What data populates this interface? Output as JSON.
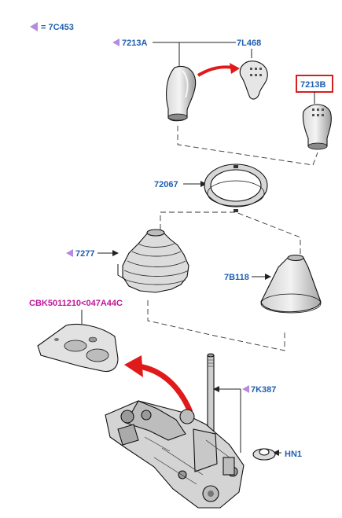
{
  "legend": {
    "symbol": "triangle-marker",
    "text": "= 7C453"
  },
  "labels": {
    "knob_a": "7213A",
    "knob_insert": "7L468",
    "knob_b": "7213B",
    "ring": "72067",
    "boot": "7277",
    "cone_boot": "7B118",
    "console_panel": "CBK5011210<047A44C",
    "lever": "7K387",
    "nut": "HN1"
  },
  "colors": {
    "label_blue": "#1f5fb0",
    "label_magenta": "#c0169a",
    "marker_purple": "#b48be0",
    "arrow_red": "#e01a1a",
    "highlight_box": "#d61f1f"
  },
  "markers": [
    "7213A",
    "7277",
    "7K387",
    "7C453"
  ]
}
